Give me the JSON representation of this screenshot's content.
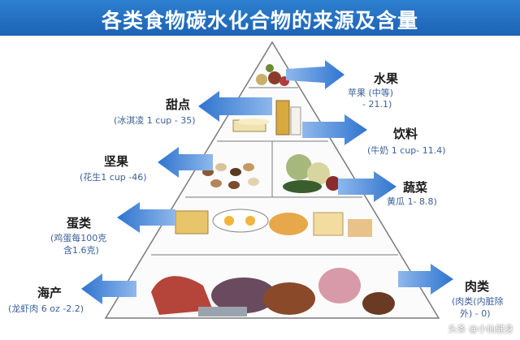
{
  "title": "各类食物碳水化合物的来源及含量",
  "categories": [
    {
      "key": "fruit",
      "name": "水果",
      "detail_1": "苹果 (中等)",
      "detail_2": "- 21.1)"
    },
    {
      "key": "dessert",
      "name": "甜点",
      "detail_1": "(冰淇凌 1 cup - 35)"
    },
    {
      "key": "drink",
      "name": "饮料",
      "detail_1": "(牛奶 1 cup- 11.4)"
    },
    {
      "key": "nuts",
      "name": "坚果",
      "detail_1": "(花生1 cup -46)"
    },
    {
      "key": "veg",
      "name": "蔬菜",
      "detail_1": "黄瓜 1- 8.8)"
    },
    {
      "key": "egg",
      "name": "蛋类",
      "detail_1": "(鸡蛋每100克",
      "detail_2": "含1.6克)"
    },
    {
      "key": "seafood",
      "name": "海产",
      "detail_1": "(龙虾肉 6 oz -2.2)"
    },
    {
      "key": "meat",
      "name": "肉类",
      "detail_1": "(肉类(内脏除",
      "detail_2": "外) - 0)"
    }
  ],
  "watermark": "头条 @小仙健身",
  "colors": {
    "header": "#1d63b4",
    "arrow": "#4f8fdc",
    "pyramid_line": "#7a7a7a"
  }
}
